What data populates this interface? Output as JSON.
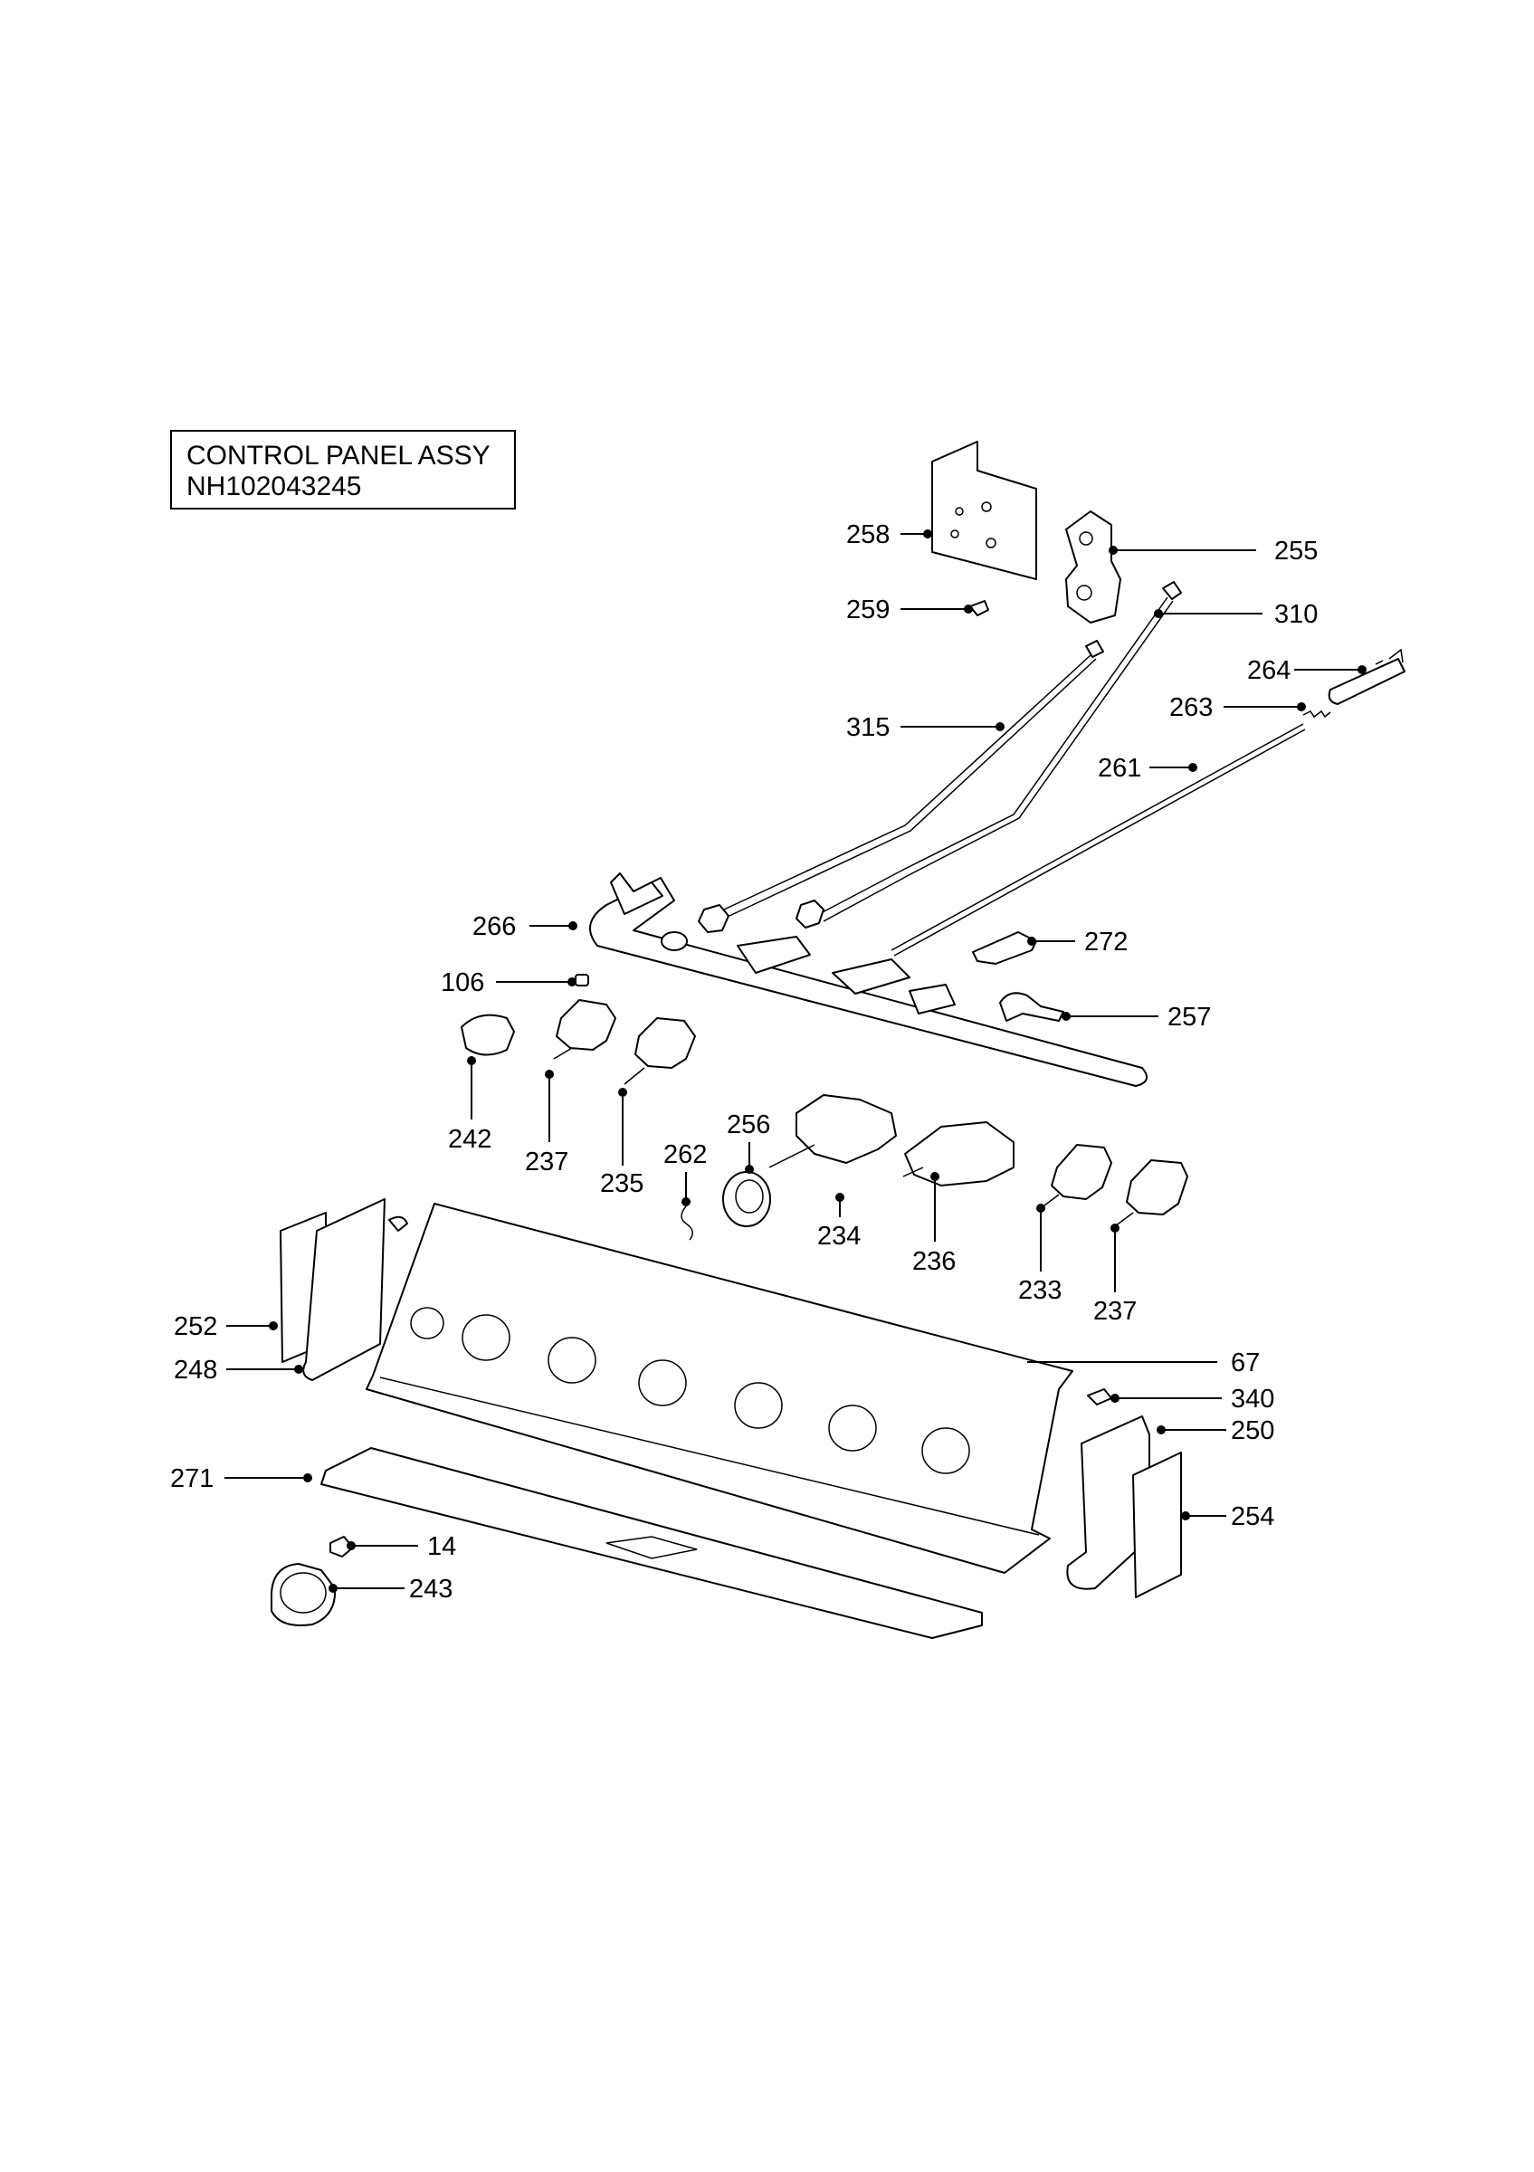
{
  "title_box": {
    "line1": "CONTROL PANEL ASSY",
    "line2": "NH102043245"
  },
  "callouts": {
    "c258": "258",
    "c255": "255",
    "c259": "259",
    "c310": "310",
    "c264": "264",
    "c263": "263",
    "c315": "315",
    "c261": "261",
    "c266": "266",
    "c272": "272",
    "c106": "106",
    "c257": "257",
    "c242": "242",
    "c237a": "237",
    "c235": "235",
    "c262": "262",
    "c256": "256",
    "c234": "234",
    "c236": "236",
    "c233": "233",
    "c237b": "237",
    "c252": "252",
    "c248": "248",
    "c67": "67",
    "c340": "340",
    "c250": "250",
    "c271": "271",
    "c254": "254",
    "c14": "14",
    "c243": "243"
  }
}
